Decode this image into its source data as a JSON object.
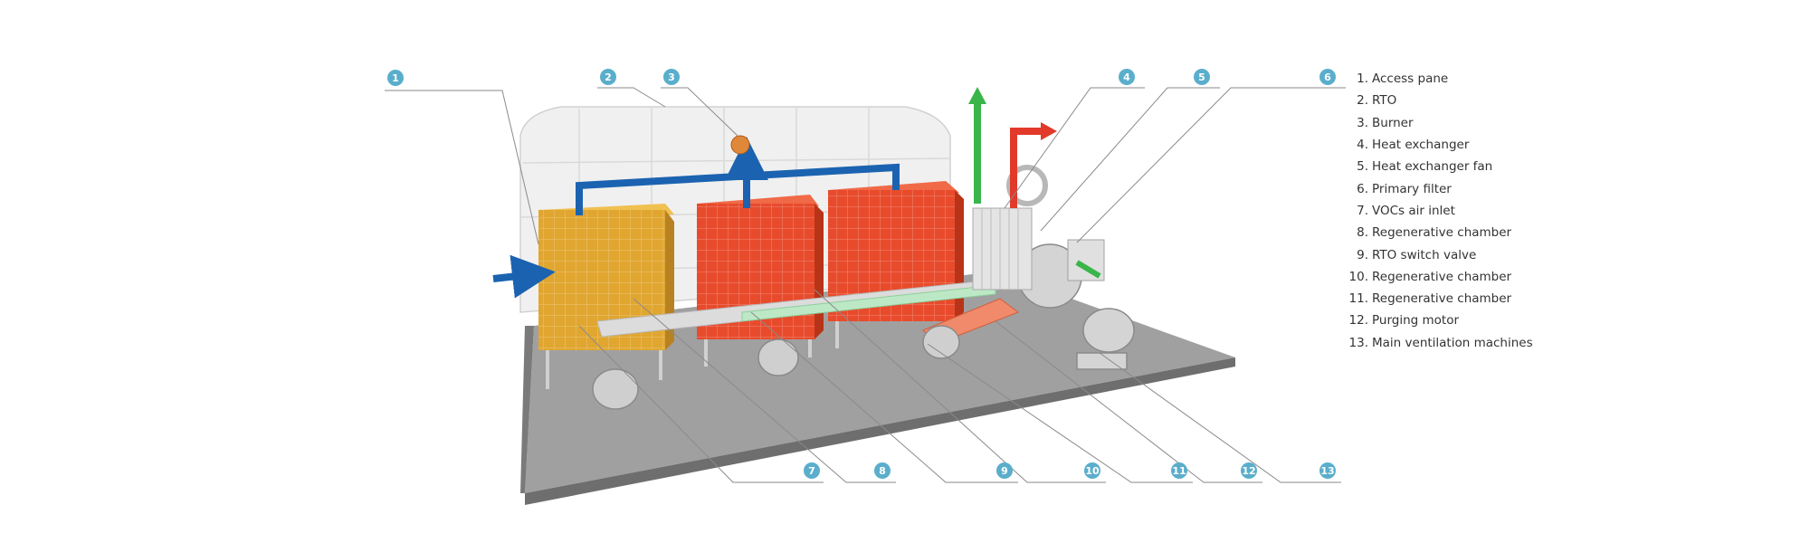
{
  "colors": {
    "badge": "#5aaecc",
    "leader": "#8a8a8a",
    "base": "#9a9a9a",
    "housing": "#e8e8e8",
    "chamber_orange": "#e84b2c",
    "chamber_yellow": "#e0a630",
    "flow_blue": "#1b63b0",
    "flow_green": "#3ab54a",
    "flow_red": "#e23a2a"
  },
  "legend": [
    {
      "num": "1.",
      "label": "Access pane"
    },
    {
      "num": "2.",
      "label": "RTO"
    },
    {
      "num": "3.",
      "label": "Burner"
    },
    {
      "num": "4.",
      "label": "Heat exchanger"
    },
    {
      "num": "5.",
      "label": "Heat exchanger fan"
    },
    {
      "num": "6.",
      "label": "Primary filter"
    },
    {
      "num": "7.",
      "label": "VOCs air inlet"
    },
    {
      "num": "8.",
      "label": "Regenerative chamber"
    },
    {
      "num": "9.",
      "label": "RTO switch valve"
    },
    {
      "num": "10.",
      "label": "Regenerative chamber"
    },
    {
      "num": "11.",
      "label": "Regenerative chamber"
    },
    {
      "num": "12.",
      "label": "Purging motor"
    },
    {
      "num": "13.",
      "label": "Main ventilation machines"
    }
  ],
  "callouts": [
    "1",
    "2",
    "3",
    "4",
    "5",
    "6",
    "7",
    "8",
    "9",
    "10",
    "11",
    "12",
    "13"
  ]
}
